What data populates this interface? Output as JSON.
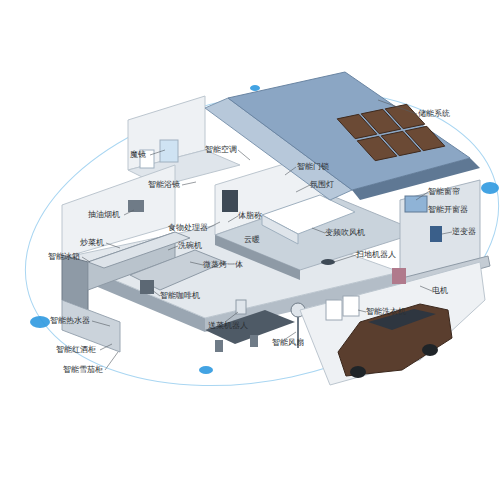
{
  "diagram": {
    "labels": [
      "储能系统",
      "魔镜",
      "智能空调",
      "智能门锁",
      "智能浴镜",
      "氛围灯",
      "智能窗帘",
      "智能开窗器",
      "抽油烟机",
      "食物处理器",
      "体脂称",
      "逆变器",
      "炒菜机",
      "洗碗机",
      "云暖",
      "变频吹风机",
      "智能冰箱",
      "微蒸烤一体",
      "扫地机器人",
      "电机",
      "智能咖啡机",
      "智能洗衣机",
      "智能热水器",
      "送菜机器人",
      "智能风扇",
      "智能红酒柜",
      "智能雪茄柜"
    ]
  }
}
